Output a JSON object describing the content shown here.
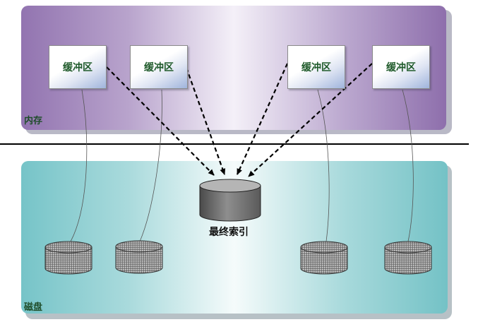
{
  "memory": {
    "label": "内存"
  },
  "disk": {
    "label": "磁盘"
  },
  "buffers": [
    {
      "label": "缓冲区"
    },
    {
      "label": "缓冲区"
    },
    {
      "label": "缓冲区"
    },
    {
      "label": "缓冲区"
    }
  ],
  "final_index": {
    "label": "最终索引"
  },
  "colors": {
    "memory_accent": "#9274b0",
    "disk_accent": "#76c4c8",
    "label_green": "#1f4d2a"
  }
}
